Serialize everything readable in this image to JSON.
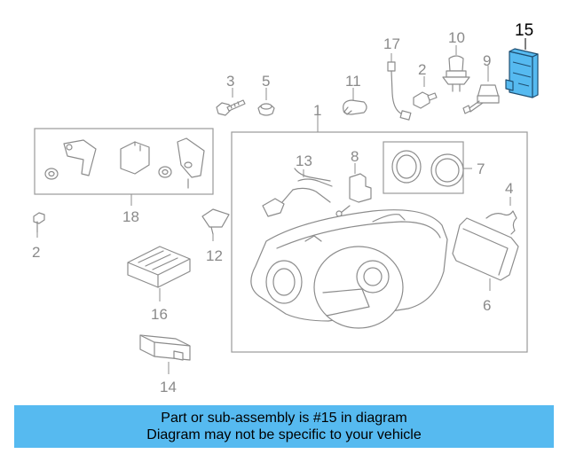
{
  "diagram": {
    "highlight_color": "#56baf0",
    "highlight_stroke": "#1f4f72",
    "part_color": "#8c8c8c",
    "callouts": {
      "c1": "1",
      "c2a": "2",
      "c2b": "2",
      "c3": "3",
      "c4": "4",
      "c5": "5",
      "c6": "6",
      "c7": "7",
      "c8": "8",
      "c9": "9",
      "c10": "10",
      "c11": "11",
      "c12": "12",
      "c13": "13",
      "c14": "14",
      "c15": "15",
      "c16": "16",
      "c17": "17",
      "c18": "18"
    },
    "highlighted_part": "15"
  },
  "banner": {
    "line1": "Part or sub-assembly is #15 in diagram",
    "line2": "Diagram may not be specific to your vehicle"
  }
}
